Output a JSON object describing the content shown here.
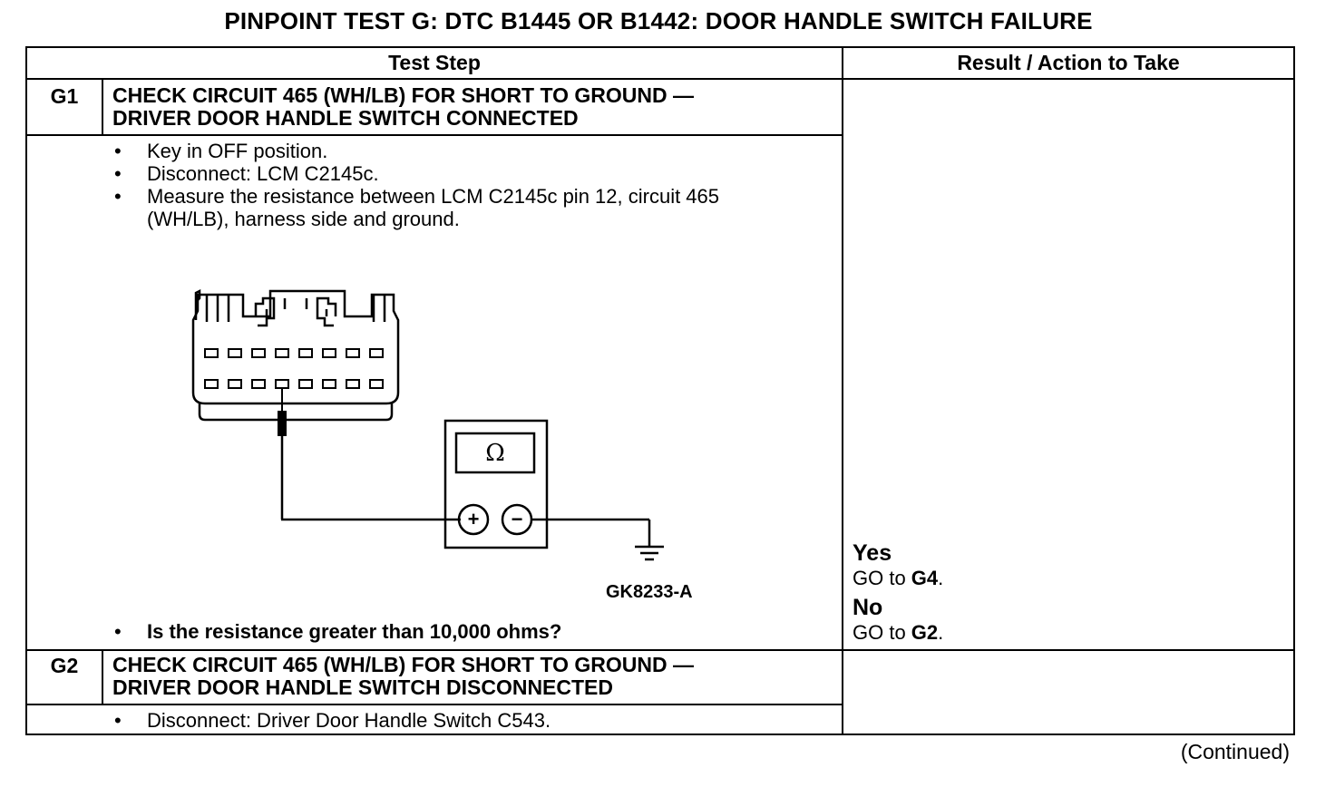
{
  "title": "PINPOINT TEST  G: DTC B1445 OR B1442: DOOR HANDLE SWITCH FAILURE",
  "headers": {
    "test_step": "Test Step",
    "result": "Result / Action to Take"
  },
  "steps": [
    {
      "id": "G1",
      "heading_line1": "CHECK CIRCUIT 465 (WH/LB) FOR SHORT TO GROUND —",
      "heading_line2": "DRIVER DOOR HANDLE SWITCH CONNECTED",
      "bullets": [
        "Key in OFF position.",
        "Disconnect: LCM C2145c.",
        "Measure the resistance between LCM C2145c pin 12, circuit 465",
        "(WH/LB), harness side and ground."
      ],
      "figure_id": "GK8233-A",
      "meter_symbol": "Ω",
      "plus": "+",
      "minus": "−",
      "question": "Is the resistance greater than 10,000 ohms?",
      "result": {
        "yes_label": "Yes",
        "yes_action_prefix": "GO to ",
        "yes_target": "G4",
        "no_label": "No",
        "no_action_prefix": "GO to ",
        "no_target": "G2",
        "period": "."
      }
    },
    {
      "id": "G2",
      "heading_line1": "CHECK CIRCUIT 465 (WH/LB) FOR SHORT TO GROUND —",
      "heading_line2": "DRIVER DOOR HANDLE SWITCH DISCONNECTED",
      "bullets": [
        "Disconnect: Driver Door Handle Switch C543."
      ]
    }
  ],
  "bullet_char": "•",
  "continued": "(Continued)"
}
